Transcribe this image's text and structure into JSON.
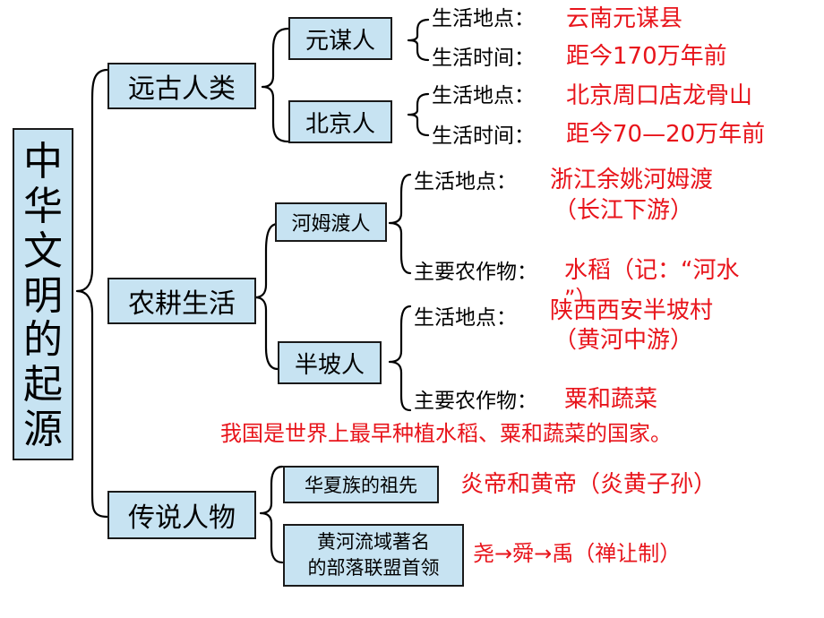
{
  "root": {
    "title_chars": [
      "中",
      "华",
      "文",
      "明",
      "的",
      "起",
      "源"
    ]
  },
  "level1": {
    "ancient": "远古人类",
    "farming": "农耕生活",
    "legend": "传说人物"
  },
  "level2": {
    "yuanmou": "元谋人",
    "beijing": "北京人",
    "hemudu": "河姆渡人",
    "banpo": "半坡人",
    "huaxia": "华夏族的祖先",
    "huanghe_line1": "黄河流域著名",
    "huanghe_line2": "的部落联盟首领"
  },
  "labels": {
    "place": "生活地点：",
    "time": "生活时间：",
    "crop": "主要农作物："
  },
  "values": {
    "yuanmou_place": "云南元谋县",
    "yuanmou_time": "距今170万年前",
    "beijing_place": "北京周口店龙骨山",
    "beijing_time": "距今70—20万年前",
    "hemudu_place": "浙江余姚河姆渡",
    "hemudu_place2": "（长江下游）",
    "hemudu_crop": "水稻（记：“河水",
    "hemudu_crop_tail": "”）",
    "banpo_place": "陕西西安半坡村",
    "banpo_place2": "（黄河中游）",
    "banpo_crop": "粟和蔬菜",
    "summary": "我国是世界上最早种植水稻、粟和蔬菜的国家。",
    "huaxia": "炎帝和黄帝（炎黄子孙）",
    "leaders": "尧→舜→禹（禅让制）"
  },
  "colors": {
    "box_fill": "#c7e3f2",
    "accent_red": "#e8141b",
    "text": "#000000"
  }
}
